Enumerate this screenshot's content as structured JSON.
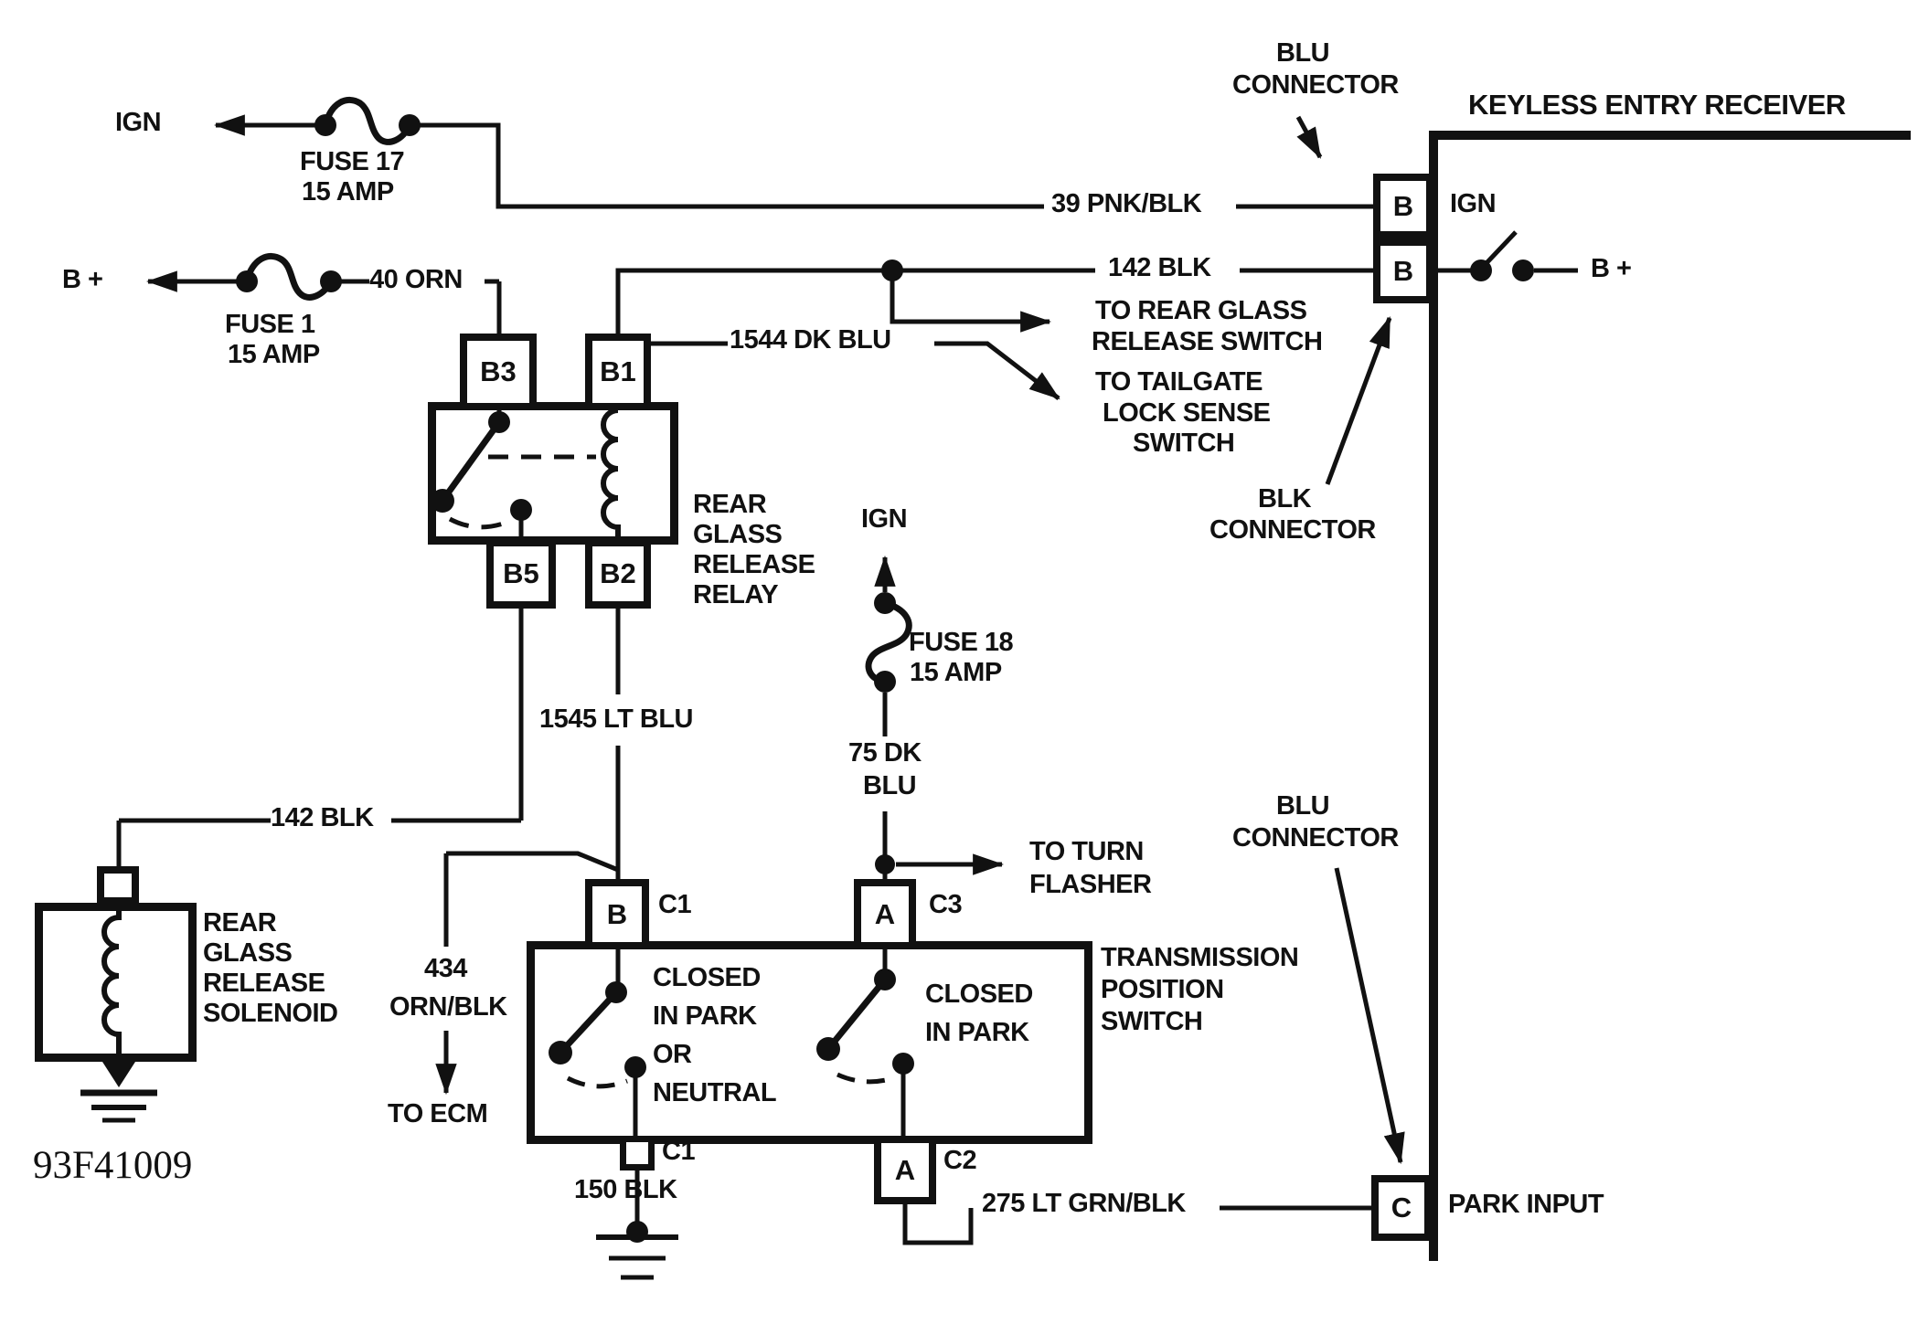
{
  "doc_number": "93F41009",
  "receiver": {
    "title": "KEYLESS ENTRY RECEIVER",
    "pins": [
      {
        "terminal": "B",
        "signal": "IGN"
      },
      {
        "terminal": "B",
        "signal": "B +"
      },
      {
        "terminal": "C",
        "signal": "PARK INPUT"
      }
    ]
  },
  "connectors": {
    "blu_top": {
      "line1": "BLU",
      "line2": "CONNECTOR"
    },
    "blk": {
      "line1": "BLK",
      "line2": "CONNECTOR"
    },
    "blu_bottom": {
      "line1": "BLU",
      "line2": "CONNECTOR"
    }
  },
  "power": {
    "ign_feed": {
      "label": "IGN",
      "fuse": "FUSE 17",
      "rating": "15 AMP"
    },
    "bplus_feed": {
      "label": "B +",
      "fuse": "FUSE 1",
      "rating": "15 AMP"
    },
    "ign_feed2": {
      "label": "IGN",
      "fuse": "FUSE 18",
      "rating": "15 AMP"
    }
  },
  "wires": {
    "w39": "39 PNK/BLK",
    "w40": "40 ORN",
    "w142_right": "142 BLK",
    "w142_left": "142 BLK",
    "w1544": "1544 DK BLU",
    "w1545": "1545 LT BLU",
    "w75_1": "75 DK",
    "w75_2": "BLU",
    "w434_1": "434",
    "w434_2": "ORN/BLK",
    "w150": "150 BLK",
    "w275": "275 LT GRN/BLK"
  },
  "relay": {
    "name1": "REAR",
    "name2": "GLASS",
    "name3": "RELEASE",
    "name4": "RELAY",
    "t_b3": "B3",
    "t_b1": "B1",
    "t_b5": "B5",
    "t_b2": "B2"
  },
  "solenoid": {
    "name1": "REAR",
    "name2": "GLASS",
    "name3": "RELEASE",
    "name4": "SOLENOID"
  },
  "trans_switch": {
    "name1": "TRANSMISSION",
    "name2": "POSITION",
    "name3": "SWITCH",
    "pin_b": "B",
    "conn_c1": "C1",
    "pin_a3": "A",
    "conn_c3": "C3",
    "conn_c1_bot": "C1",
    "pin_a2": "A",
    "conn_c2": "C2",
    "left_1": "CLOSED",
    "left_2": "IN PARK",
    "left_3": "OR",
    "left_4": "NEUTRAL",
    "right_1": "CLOSED",
    "right_2": "IN PARK"
  },
  "destinations": {
    "rear_glass_1": "TO REAR GLASS",
    "rear_glass_2": "RELEASE SWITCH",
    "tailgate_1": "TO TAILGATE",
    "tailgate_2": "LOCK SENSE",
    "tailgate_3": "SWITCH",
    "flasher_1": "TO TURN",
    "flasher_2": "FLASHER",
    "ecm": "TO ECM"
  }
}
